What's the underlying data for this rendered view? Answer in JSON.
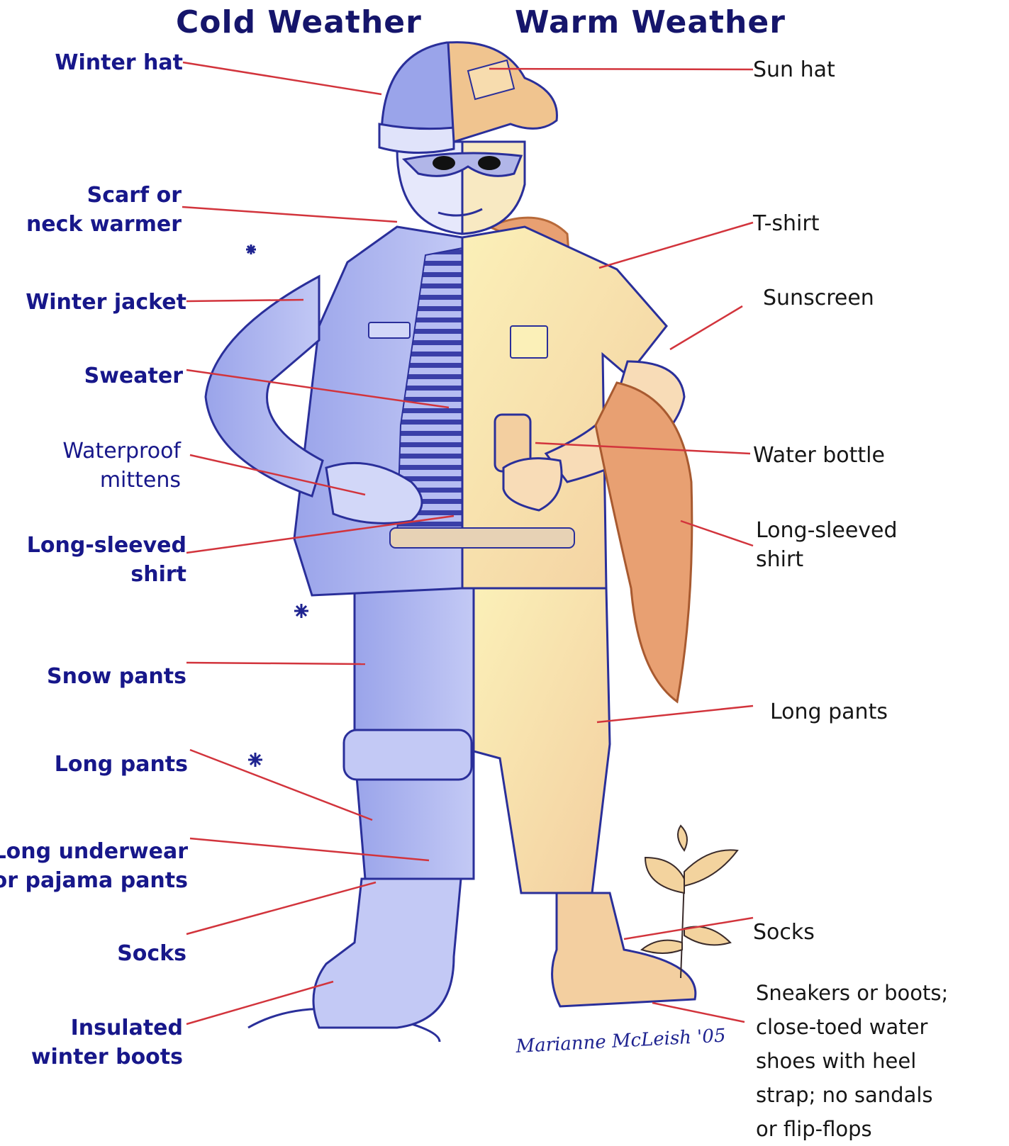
{
  "headings": {
    "cold": "Cold Weather",
    "warm": "Warm Weather"
  },
  "cold_labels": [
    {
      "lines": [
        "Winter hat"
      ]
    },
    {
      "lines": [
        "Scarf or",
        "neck warmer"
      ]
    },
    {
      "lines": [
        "Winter jacket"
      ]
    },
    {
      "lines": [
        "Sweater"
      ]
    },
    {
      "lines": [
        "Waterproof",
        "mittens"
      ]
    },
    {
      "lines": [
        "Long-sleeved",
        "shirt"
      ]
    },
    {
      "lines": [
        "Snow pants"
      ]
    },
    {
      "lines": [
        "Long pants"
      ]
    },
    {
      "lines": [
        "Long underwear",
        "or pajama pants"
      ]
    },
    {
      "lines": [
        "Socks"
      ]
    },
    {
      "lines": [
        "Insulated",
        "winter boots"
      ]
    }
  ],
  "warm_labels": [
    {
      "lines": [
        "Sun hat"
      ]
    },
    {
      "lines": [
        "T-shirt"
      ]
    },
    {
      "lines": [
        "Sunscreen"
      ]
    },
    {
      "lines": [
        "Water bottle"
      ]
    },
    {
      "lines": [
        "Long-sleeved",
        "shirt"
      ]
    },
    {
      "lines": [
        "Long pants"
      ]
    },
    {
      "lines": [
        "Socks"
      ]
    },
    {
      "lines": [
        "Sneakers or boots;",
        "close-toed water",
        "shoes with heel",
        "strap; no sandals",
        "or flip-flops"
      ]
    }
  ],
  "signature": "Marianne McLeish '05",
  "colors": {
    "cold_fill": "#aab3ee",
    "cold_dark": "#2a2f9a",
    "warm_fill": "#f6e6a4",
    "warm_orange": "#e8a072",
    "leader_line": "#d2343c",
    "cold_text": "#17178a"
  }
}
